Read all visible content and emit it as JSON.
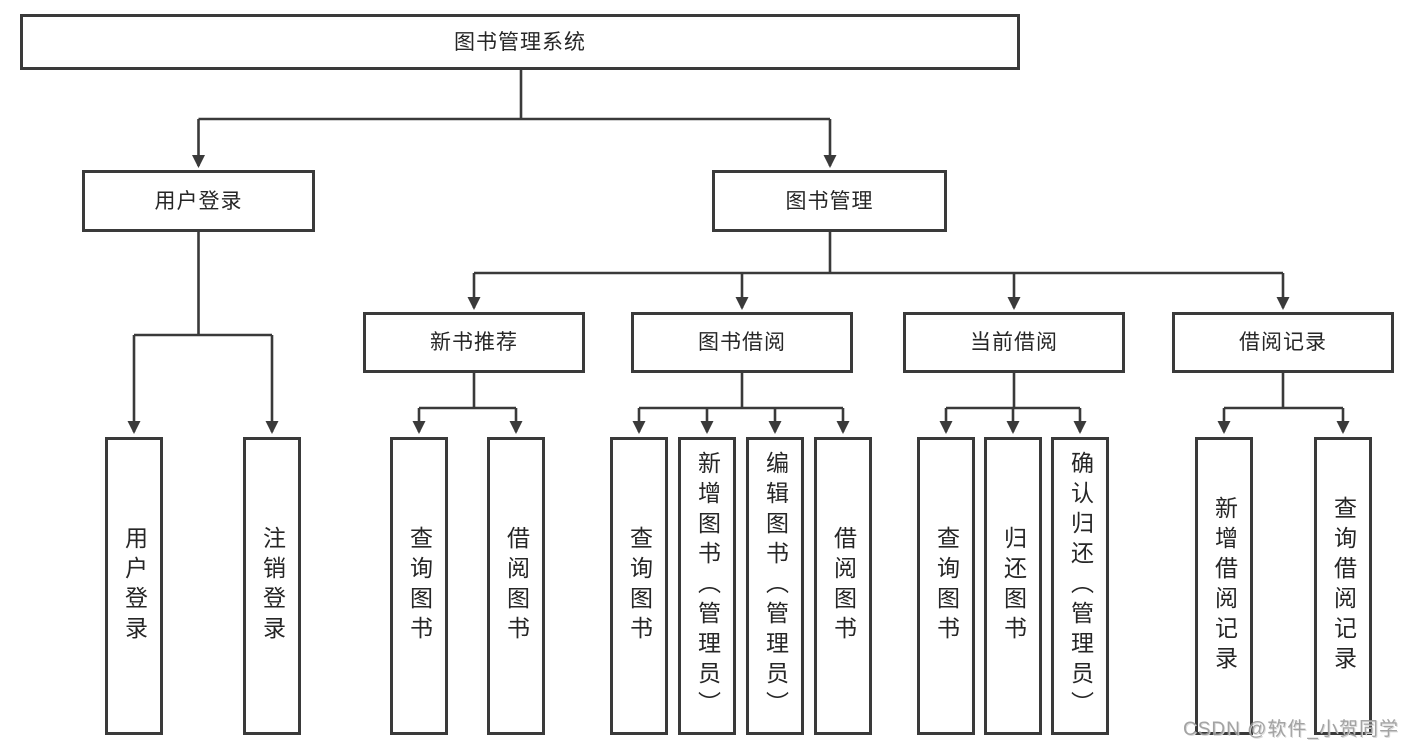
{
  "diagram": {
    "root": {
      "label": "图书管理系统"
    },
    "children": [
      {
        "label": "用户登录",
        "children": [
          {
            "label": "用户登录"
          },
          {
            "label": "注销登录"
          }
        ]
      },
      {
        "label": "图书管理",
        "children": [
          {
            "label": "新书推荐",
            "children": [
              {
                "label": "查询图书"
              },
              {
                "label": "借阅图书"
              }
            ]
          },
          {
            "label": "图书借阅",
            "children": [
              {
                "label": "查询图书"
              },
              {
                "label": "新增图书（管理员）"
              },
              {
                "label": "编辑图书（管理员）"
              },
              {
                "label": "借阅图书"
              }
            ]
          },
          {
            "label": "当前借阅",
            "children": [
              {
                "label": "查询图书"
              },
              {
                "label": "归还图书"
              },
              {
                "label": "确认归还（管理员）"
              }
            ]
          },
          {
            "label": "借阅记录",
            "children": [
              {
                "label": "新增借阅记录"
              },
              {
                "label": "查询借阅记录"
              }
            ]
          }
        ]
      }
    ]
  },
  "watermark": {
    "text": "CSDN @软件_小贺同学"
  },
  "colors": {
    "line": "#3a3a3a",
    "box_border": "#3a3a3a",
    "text": "#262626",
    "background": "#ffffff",
    "watermark": "#9a9a9a"
  }
}
